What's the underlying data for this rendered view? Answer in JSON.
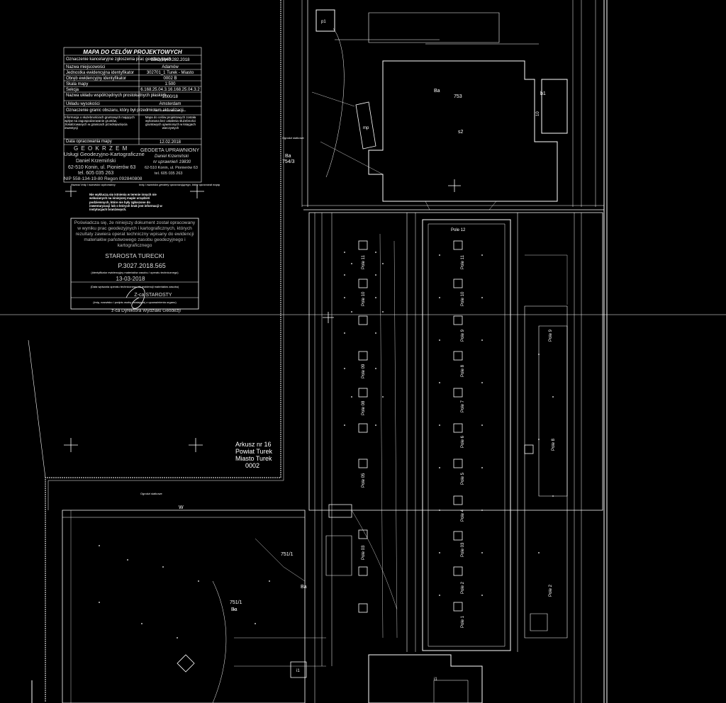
{
  "title_block": {
    "title": "MAPA DO CELÓW PROJEKTOWYCH",
    "rows": [
      {
        "label": "Oznaczenie kancelaryjne zgłoszenia prac geodezyjnych",
        "value": "GEO.6640.282.2018"
      },
      {
        "label": "Nazwa miejscowości",
        "value": "Adamów"
      },
      {
        "label": "Jednostka ewidencyjna identyfikator",
        "value": "302701_1 Turek - Miasto"
      },
      {
        "label": "Obręb ewidencyjny identyfikator",
        "value": "0002 B"
      },
      {
        "label": "Skala mapy",
        "value": "1:500"
      },
      {
        "label": "Sekcja",
        "value": "6.168.25.04.3.16.168.25.04.3.2"
      },
      {
        "label": "Nazwa układu współrzędnych prostokątnych płaskich",
        "value": "2000/18"
      },
      {
        "label": "Układu wysokości",
        "value": "Amsterdam"
      },
      {
        "label": "Oznaczenie granic obszaru, który był przedmiotem aktualizacji",
        "value": "— — — — — —"
      },
      {
        "label": "Informacja o służebnościach gruntowych mających wpływ na zagospodarowanie gruntów, zlokalizowanych w granicach przedsięwzięcia inwestycji",
        "value": "Mapa do celów projektowych została wykonana bez ustalenia służebności gruntowych ujawnionych w księgach wieczystych"
      },
      {
        "label": "Data opracowania mapy",
        "value": "12.02.2018"
      }
    ],
    "company": {
      "logo": "G E O K R Z E M",
      "name": "Usługi Geodezyjno-Kartograficzne",
      "person": "Daniel Krzemiński",
      "address": "62-510 Konin, ul. Pionierów 63",
      "phone": "tel. 605 035 263",
      "nip": "NIP 558-134-19-80 Regon 092840808",
      "caption_left": "Nazwa/ imię i nazwisko wykonawcy",
      "caption_right": "Imię i nazwisko geodety opracowującego, który opracował mapę"
    },
    "geodeta": {
      "title": "GEODETA UPRAWNIONY",
      "name": "Daniel Krzemiński",
      "nr": "nr uprawnień 19830",
      "address": "62-510 Konin, ul. Pionierów 63",
      "phone": "tel. 605 035 263"
    }
  },
  "notice": "Nie wykluczą się istnienia w terenie innych nie wskazanych na niniejszej mapie urządzeń podziemnych, które nie były zgłoszone do inwentaryzacji lub o których brak jest informacji w instytucjach branżowych.",
  "stamp": {
    "text": "Poświadcza się, że niniejszy dokument został opracowany w wyniku prac geodezyjnych i kartograficznych, których rezultaty zawiera operat techniczny wpisany do ewidencji materiałów państwowego zasobu geodezyjnego i kartograficznego",
    "authority": "STAROSTA TURECKI",
    "number": "P.3027.2018.565",
    "caption1": "(identyfikator ewidencyjny materiałów zasobu / operatu technicznego)",
    "date": "13-03-2018",
    "caption2": "(Data wpisania operatu technicznego do ewidencji materiałów zasobu)",
    "signatory": "Z-ca STAROSTY",
    "caption3": "(imię, nazwisko i podpis osoby działającej z upoważnienia organu)",
    "signature": "z-ca Dyrektora Wydziału Geodezji"
  },
  "sheet_label": [
    "Arkusz nr 16",
    "Powiat Turek",
    "Miasto Turek",
    "0002"
  ],
  "parcels": {
    "p753": "753",
    "ba": "Ba",
    "s2": "s2",
    "b1": "b1",
    "mp": "mp",
    "p754_3": "754/3",
    "p751_1": "751/1",
    "p751_1b": "751/1",
    "w": "W",
    "i1": "i1",
    "i1b": "i1",
    "p1": "p1",
    "c10": "10",
    "ogr1": "Ogrodzi siatkowe",
    "ogr2": "Ogrodzi siatkowe"
  },
  "fields": [
    "Pole 12",
    "Pole 11",
    "Pole 10",
    "Pole 9",
    "Pole 8",
    "Pole 7",
    "Pole 6",
    "Pole 5",
    "Pole 4",
    "Pole 03",
    "Pole 2",
    "Pole 1",
    "Pole 11",
    "Pole 10",
    "Pole 09",
    "Pole 08",
    "Pole 05",
    "Pole 03",
    "Pole 9",
    "Pole 8",
    "Pole 2"
  ]
}
